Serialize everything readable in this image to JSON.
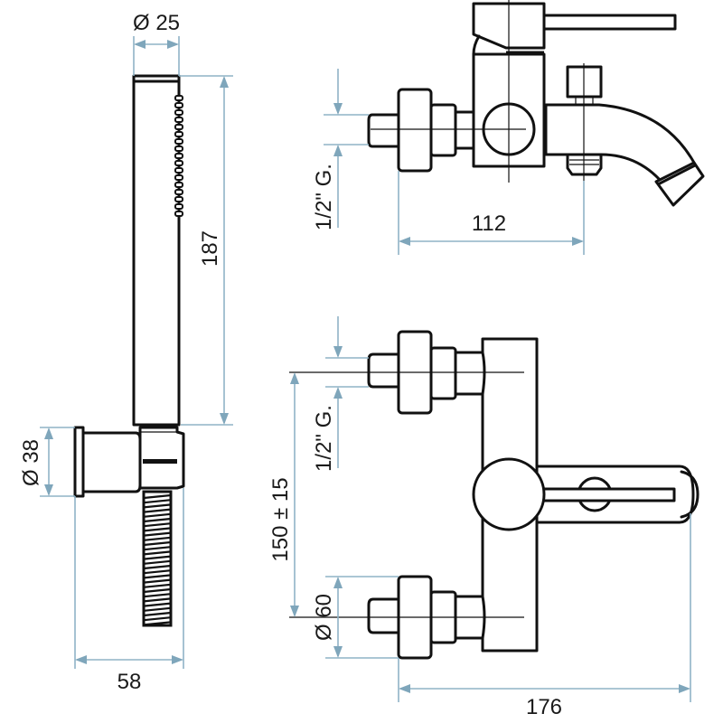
{
  "drawing": {
    "title": "Bath/shower mixer with hand shower – dimensional drawing",
    "colors": {
      "outline": "#111111",
      "dimension": "#8fb3c6",
      "arrow": "#7fa6bb",
      "text": "#1a1a1a"
    },
    "hand_shower": {
      "diameter_label": "Ø 25",
      "length_label": "187",
      "holder_diameter_label": "Ø 38",
      "depth_label": "58"
    },
    "side_view": {
      "inlet_thread_label": "1/2\" G.",
      "projection_label": "112"
    },
    "front_view": {
      "inlet_thread_label": "1/2\" G.",
      "centers_label": "150 ± 15",
      "rosette_diameter_label": "Ø 60",
      "overall_length_label": "176"
    }
  }
}
